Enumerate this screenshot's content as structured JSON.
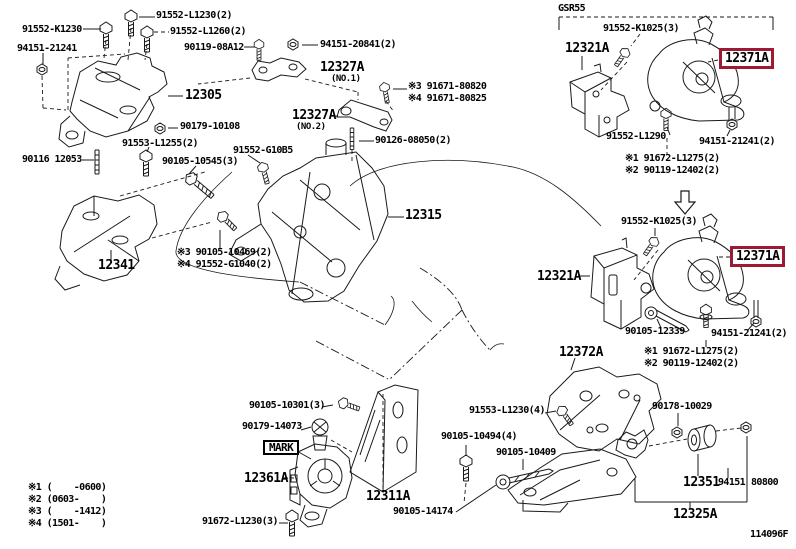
{
  "title_block": {
    "drawing_code": "114096F",
    "section_tag": "GSR55"
  },
  "highlight": {
    "color": "#9A1B33",
    "highlighted_part": "12371A"
  },
  "part_labels": {
    "k1230": "91552-K1230",
    "l1230": "91552-L1230(2)",
    "l1260": "91552-L1260(2)",
    "n21241_tl": "94151-21241",
    "b08a12": "90119-08A12",
    "n20841": "94151-20841(2)",
    "p12327a_1": "12327A",
    "p12327a_1_sub": "(NO.1)",
    "s91671_3": "※3 91671-80820",
    "s91671_4": "※4 91671-80825",
    "p12305": "12305",
    "n10108": "90179-10108",
    "p12327a_2": "12327A",
    "p12327a_2_sub": "(NO.2)",
    "s08050": "90126-08050(2)",
    "l1255": "91553-L1255(2)",
    "g10b5": "91552-G10B5",
    "s12053": "90116 12053",
    "b10545": "90105-10545(3)",
    "p12315": "12315",
    "s10469": "※3 90105-10469(2)",
    "sg1040": "※4 91552-G1040(2)",
    "p12341": "12341",
    "k1025_a": "91552-K1025(3)",
    "p12321a_a": "12321A",
    "p12371a_a": "12371A",
    "l1290": "91552-L1290",
    "n21241_a": "94151-21241(2)",
    "s1_l1275_a": "※1 91672-L1275(2)",
    "s2_12402_a": "※2 90119-12402(2)",
    "k1025_b": "91552-K1025(3)",
    "p12321a_b": "12321A",
    "p12371a_b": "12371A",
    "b12339": "90105-12339",
    "n21241_b": "94151-21241(2)",
    "s1_l1275_b": "※1 91672-L1275(2)",
    "s2_12402_b": "※2 90119-12402(2)",
    "p12372a": "12372A",
    "b10301": "90105-10301(3)",
    "d14073": "90179-14073",
    "mark": "MARK",
    "p12361a": "12361A",
    "l1230_b": "91672-L1230(3)",
    "p12311a": "12311A",
    "b14174": "90105-14174",
    "l1230_4": "91553-L1230(4)",
    "b10494": "90105-10494(4)",
    "b10409": "90105-10409",
    "n10029": "90178-10029",
    "p12351": "12351",
    "n94151": "94151",
    "n80800": "80800",
    "p12325a": "12325A"
  },
  "legend": {
    "l1": "※1 (    -0600)",
    "l2": "※2 (0603-    )",
    "l3": "※3 (    -1412)",
    "l4": "※4 (1501-    )"
  }
}
